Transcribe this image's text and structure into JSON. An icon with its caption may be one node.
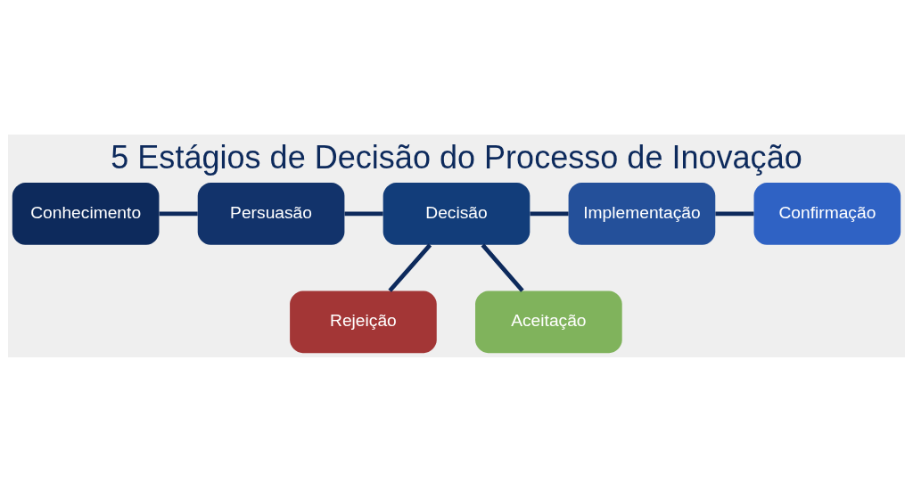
{
  "diagram": {
    "title": "5 Estágios de Decisão do Processo de Inovação",
    "nodes": [
      {
        "text": [
          "Conhecimento"
        ]
      },
      {
        "text": [
          "Persuasão"
        ]
      },
      {
        "text": [
          "Decisão"
        ]
      },
      {
        "text": [
          "Implementação"
        ]
      },
      {
        "text": [
          "Confirmação"
        ]
      },
      {
        "text": [
          "Rejeição"
        ]
      },
      {
        "text": [
          "Aceitação"
        ]
      }
    ],
    "edges": [
      {
        "from": 0,
        "to": 1,
        "arrow": "none"
      },
      {
        "from": 1,
        "to": 2,
        "arrow": "none"
      },
      {
        "from": 2,
        "to": 3,
        "arrow": "none"
      },
      {
        "from": 3,
        "to": 4,
        "arrow": "none"
      },
      {
        "from": 2,
        "to": 5,
        "arrow": "none"
      },
      {
        "from": 2,
        "to": 6,
        "arrow": "none"
      }
    ]
  }
}
